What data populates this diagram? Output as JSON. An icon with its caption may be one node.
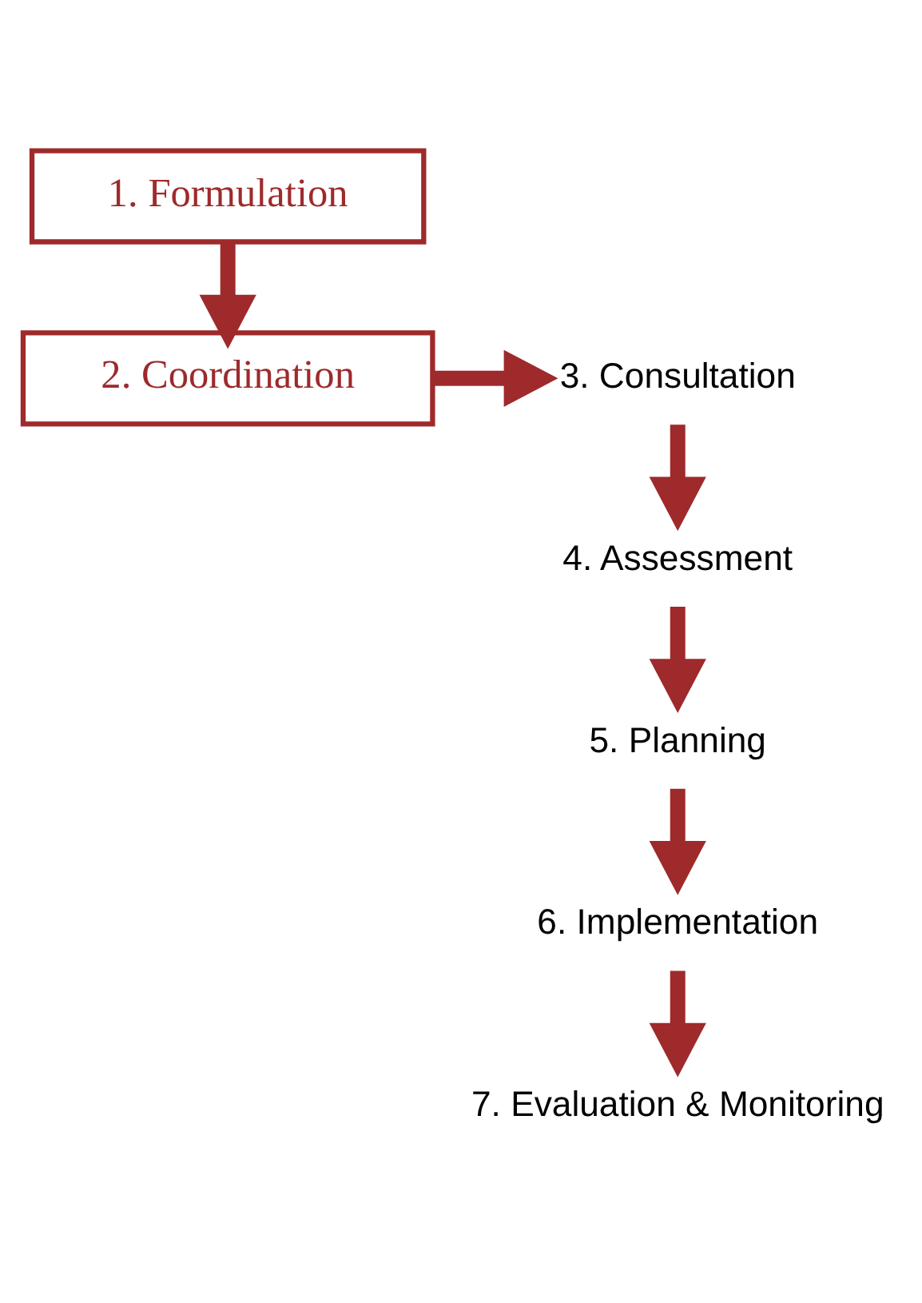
{
  "diagram": {
    "nodes": [
      {
        "text": [
          "1. Formulation"
        ]
      },
      {
        "text": [
          "2. Coordination"
        ]
      },
      {
        "text": [
          "3. Consultation"
        ]
      },
      {
        "text": [
          "4. Assessment"
        ]
      },
      {
        "text": [
          "5. Planning"
        ]
      },
      {
        "text": [
          "6. Implementation"
        ]
      },
      {
        "text": [
          "7. Evaluation & Monitoring"
        ]
      }
    ],
    "edges": [
      {
        "from": 0,
        "to": 1,
        "arrow": "to"
      },
      {
        "from": 1,
        "to": 2,
        "arrow": "to"
      },
      {
        "from": 2,
        "to": 3,
        "arrow": "to"
      },
      {
        "from": 3,
        "to": 4,
        "arrow": "to"
      },
      {
        "from": 4,
        "to": 5,
        "arrow": "to"
      },
      {
        "from": 5,
        "to": 6,
        "arrow": "to"
      }
    ]
  }
}
